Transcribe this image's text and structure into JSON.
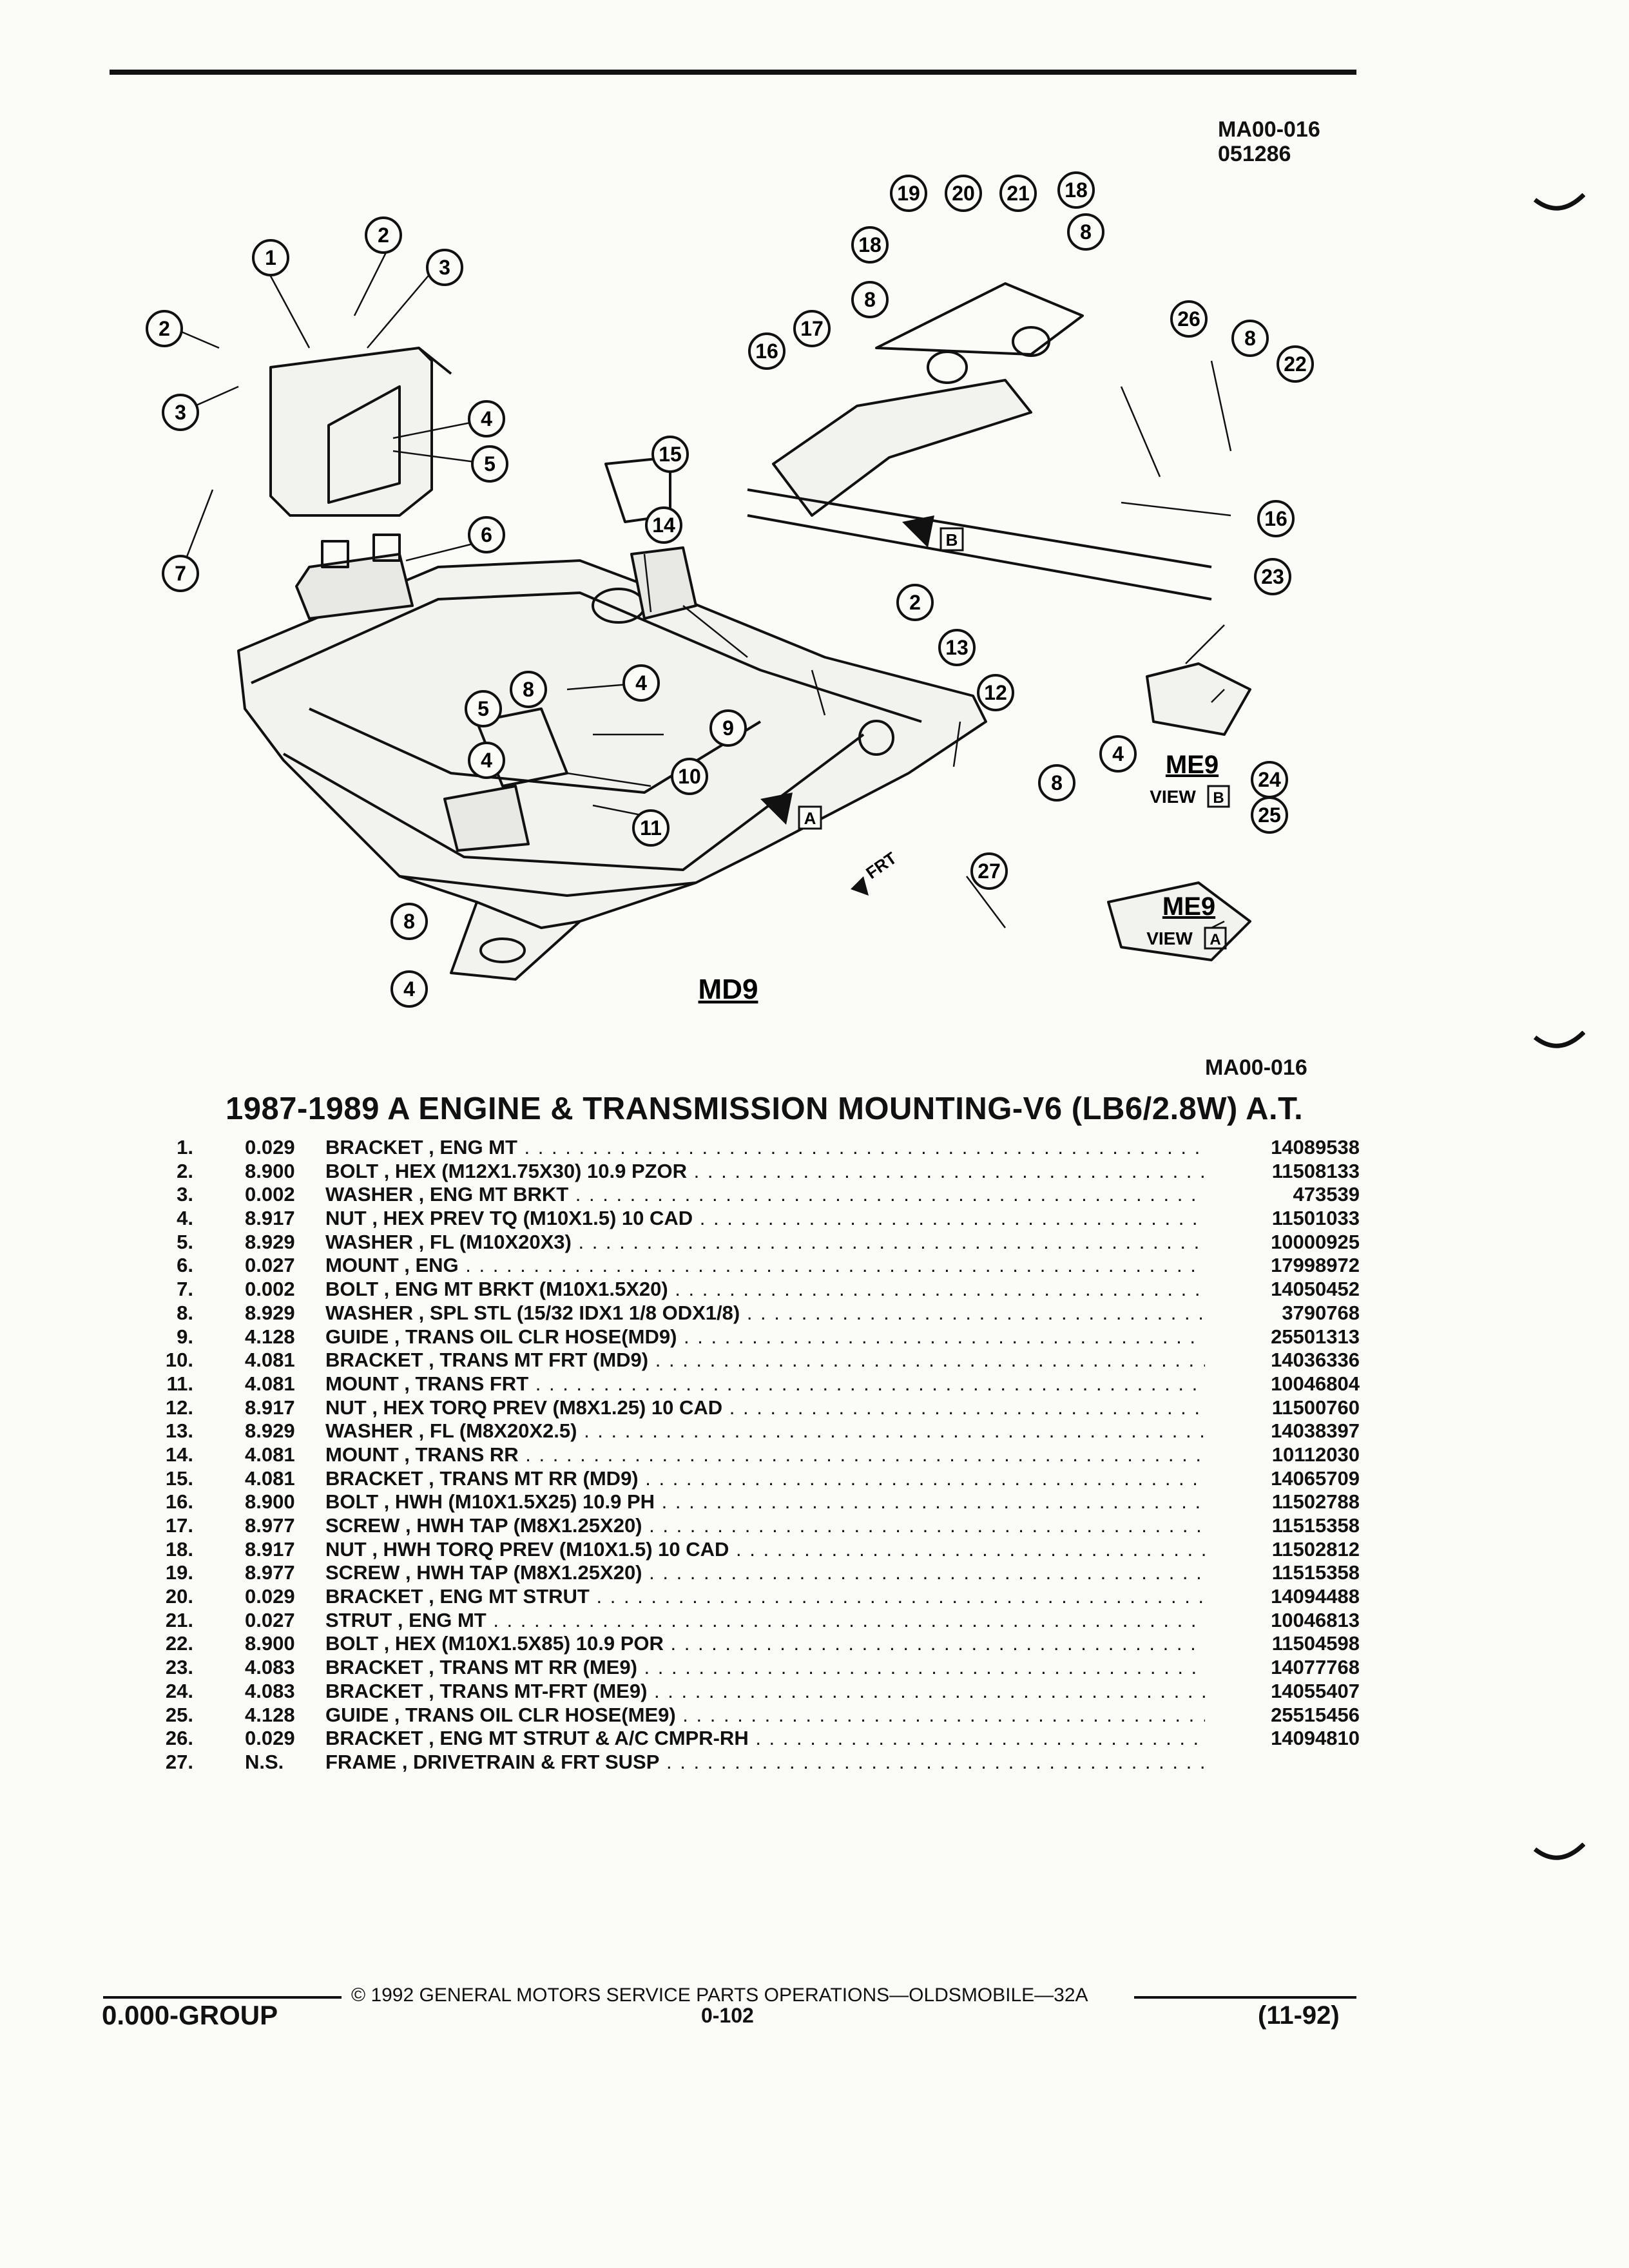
{
  "header": {
    "code_line1": "MA00-016",
    "code_line2": "051286"
  },
  "diagram": {
    "callouts": [
      "1",
      "2",
      "3",
      "2",
      "3",
      "7",
      "4",
      "5",
      "6",
      "19",
      "20",
      "21",
      "18",
      "8",
      "18",
      "8",
      "17",
      "26",
      "8",
      "22",
      "16",
      "15",
      "14",
      "2",
      "16",
      "23",
      "8",
      "4",
      "5",
      "4",
      "9",
      "10",
      "11",
      "13",
      "12",
      "4",
      "24",
      "8",
      "25",
      "27",
      "8",
      "4"
    ],
    "md9_label": "MD9",
    "me9_label_b": "ME9",
    "view_text_b": "VIEW",
    "view_letter_b": "B",
    "me9_label_a": "ME9",
    "view_text_a": "VIEW",
    "view_letter_a": "A",
    "arrow_b_letter": "B",
    "arrow_a_letter": "A",
    "frt_label": "FRT"
  },
  "figure_code": "MA00-016",
  "title": "1987-1989 A ENGINE & TRANSMISSION MOUNTING-V6 (LB6/2.8W) A.T.",
  "parts": [
    {
      "num": "1.",
      "qty": "0.029",
      "desc": "BRACKET , ENG MT",
      "pn": "14089538"
    },
    {
      "num": "2.",
      "qty": "8.900",
      "desc": "BOLT , HEX (M12X1.75X30) 10.9 PZOR",
      "pn": "11508133"
    },
    {
      "num": "3.",
      "qty": "0.002",
      "desc": "WASHER , ENG MT BRKT",
      "pn": "473539"
    },
    {
      "num": "4.",
      "qty": "8.917",
      "desc": "NUT , HEX PREV TQ (M10X1.5) 10 CAD",
      "pn": "11501033"
    },
    {
      "num": "5.",
      "qty": "8.929",
      "desc": "WASHER , FL (M10X20X3)",
      "pn": "10000925"
    },
    {
      "num": "6.",
      "qty": "0.027",
      "desc": "MOUNT , ENG",
      "pn": "17998972"
    },
    {
      "num": "7.",
      "qty": "0.002",
      "desc": "BOLT , ENG MT BRKT (M10X1.5X20)",
      "pn": "14050452"
    },
    {
      "num": "8.",
      "qty": "8.929",
      "desc": "WASHER , SPL STL (15/32 IDX1 1/8 ODX1/8)",
      "pn": "3790768"
    },
    {
      "num": "9.",
      "qty": "4.128",
      "desc": "GUIDE , TRANS OIL CLR HOSE(MD9)",
      "pn": "25501313"
    },
    {
      "num": "10.",
      "qty": "4.081",
      "desc": "BRACKET , TRANS MT FRT (MD9)",
      "pn": "14036336"
    },
    {
      "num": "11.",
      "qty": "4.081",
      "desc": "MOUNT , TRANS FRT",
      "pn": "10046804"
    },
    {
      "num": "12.",
      "qty": "8.917",
      "desc": "NUT , HEX TORQ PREV (M8X1.25) 10 CAD",
      "pn": "11500760"
    },
    {
      "num": "13.",
      "qty": "8.929",
      "desc": "WASHER , FL (M8X20X2.5)",
      "pn": "14038397"
    },
    {
      "num": "14.",
      "qty": "4.081",
      "desc": "MOUNT , TRANS RR",
      "pn": "10112030"
    },
    {
      "num": "15.",
      "qty": "4.081",
      "desc": "BRACKET , TRANS MT RR (MD9)",
      "pn": "14065709"
    },
    {
      "num": "16.",
      "qty": "8.900",
      "desc": "BOLT , HWH (M10X1.5X25) 10.9 PH",
      "pn": "11502788"
    },
    {
      "num": "17.",
      "qty": "8.977",
      "desc": "SCREW , HWH TAP (M8X1.25X20)",
      "pn": "11515358"
    },
    {
      "num": "18.",
      "qty": "8.917",
      "desc": "NUT , HWH TORQ PREV (M10X1.5) 10 CAD",
      "pn": "11502812"
    },
    {
      "num": "19.",
      "qty": "8.977",
      "desc": "SCREW , HWH TAP (M8X1.25X20)",
      "pn": "11515358"
    },
    {
      "num": "20.",
      "qty": "0.029",
      "desc": "BRACKET , ENG MT STRUT",
      "pn": "14094488"
    },
    {
      "num": "21.",
      "qty": "0.027",
      "desc": "STRUT , ENG MT",
      "pn": "10046813"
    },
    {
      "num": "22.",
      "qty": "8.900",
      "desc": "BOLT , HEX (M10X1.5X85) 10.9 POR",
      "pn": "11504598"
    },
    {
      "num": "23.",
      "qty": "4.083",
      "desc": "BRACKET , TRANS MT RR (ME9)",
      "pn": "14077768"
    },
    {
      "num": "24.",
      "qty": "4.083",
      "desc": "BRACKET , TRANS MT-FRT (ME9)",
      "pn": "14055407"
    },
    {
      "num": "25.",
      "qty": "4.128",
      "desc": "GUIDE , TRANS OIL CLR HOSE(ME9)",
      "pn": "25515456"
    },
    {
      "num": "26.",
      "qty": "0.029",
      "desc": "BRACKET , ENG MT STRUT & A/C CMPR-RH",
      "pn": "14094810"
    },
    {
      "num": "27.",
      "qty": "N.S.",
      "desc": "FRAME , DRIVETRAIN & FRT SUSP",
      "pn": ""
    }
  ],
  "footer": {
    "copyright": "© 1992 GENERAL MOTORS SERVICE PARTS OPERATIONS—OLDSMOBILE—32A",
    "group": "0.000-GROUP",
    "page": "0-102",
    "date": "(11-92)"
  }
}
